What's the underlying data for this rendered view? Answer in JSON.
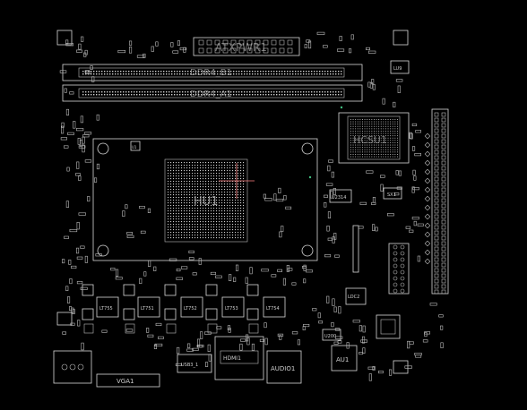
{
  "title": "",
  "labels": {
    "atx_power": "ATXPWR1",
    "ddr4_b1": "DDR4_B1",
    "ddr4_a1": "DDR4_A1",
    "cpu": "HU1",
    "chipset": "HCSU1",
    "lt751": "LT751",
    "lt752": "LT752",
    "lt753": "LT753",
    "lt754": "LT754",
    "lt755": "LT755",
    "audio": "AUDIO1",
    "usb": "USB3_1",
    "hdmi": "HDMI1",
    "vga": "VGA1",
    "au1": "AU1",
    "u1": "U1",
    "sx1": "SX1",
    "u2314": "U2314",
    "lu9": "LU9",
    "u200": "U200",
    "ldc2": "LDC2"
  },
  "colors": {
    "background": "#000000",
    "outline": "#d8d8d8",
    "marker": "#ff8080",
    "accent_green": "#40c080"
  }
}
